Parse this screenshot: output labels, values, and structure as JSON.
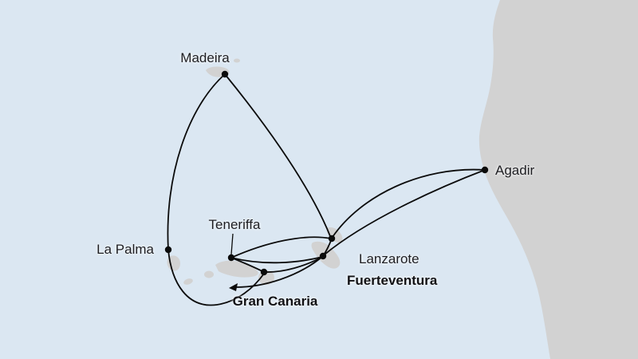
{
  "map": {
    "description": "Cruise itinerary map of the Canary Islands, Madeira and Morocco",
    "colors": {
      "sea": "#dbe7f2",
      "land": "#d2d2d2",
      "route": "#0b0b0b",
      "label": "#1e1e22"
    },
    "ports": [
      {
        "name": "Madeira",
        "bold": false
      },
      {
        "name": "Agadir",
        "bold": false
      },
      {
        "name": "La Palma",
        "bold": false
      },
      {
        "name": "Teneriffa",
        "bold": false
      },
      {
        "name": "Lanzarote",
        "bold": false
      },
      {
        "name": "Fuerteventura",
        "bold": true
      },
      {
        "name": "Gran Canaria",
        "bold": true
      }
    ]
  }
}
